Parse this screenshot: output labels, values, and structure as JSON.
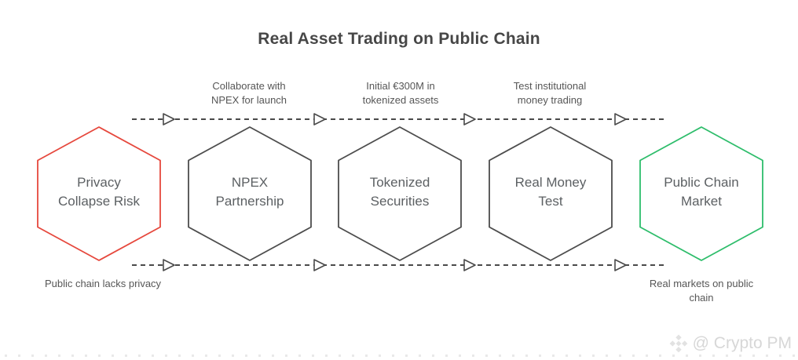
{
  "title": "Real Asset Trading on Public Chain",
  "colors": {
    "line": "#4a4a4a",
    "red_accent": "#e6483d",
    "dark_outline": "#4d4d4d",
    "green_accent": "#2ebd6b"
  },
  "steps": [
    {
      "label": "Privacy Collapse Risk",
      "color": "#e6483d"
    },
    {
      "label": "NPEX Partnership",
      "color": "#4d4d4d"
    },
    {
      "label": "Tokenized Securities",
      "color": "#4d4d4d"
    },
    {
      "label": "Real Money Test",
      "color": "#4d4d4d"
    },
    {
      "label": "Public Chain Market",
      "color": "#2ebd6b"
    }
  ],
  "top_annotations": [
    "Collaborate with NPEX for launch",
    "Initial €300M in tokenized assets",
    "Test institutional money trading"
  ],
  "bottom_annotations": [
    "Public chain lacks privacy",
    "Real markets on public chain"
  ],
  "watermark": {
    "text": "@ Crypto PM",
    "logo": "diamond-logo-icon"
  }
}
